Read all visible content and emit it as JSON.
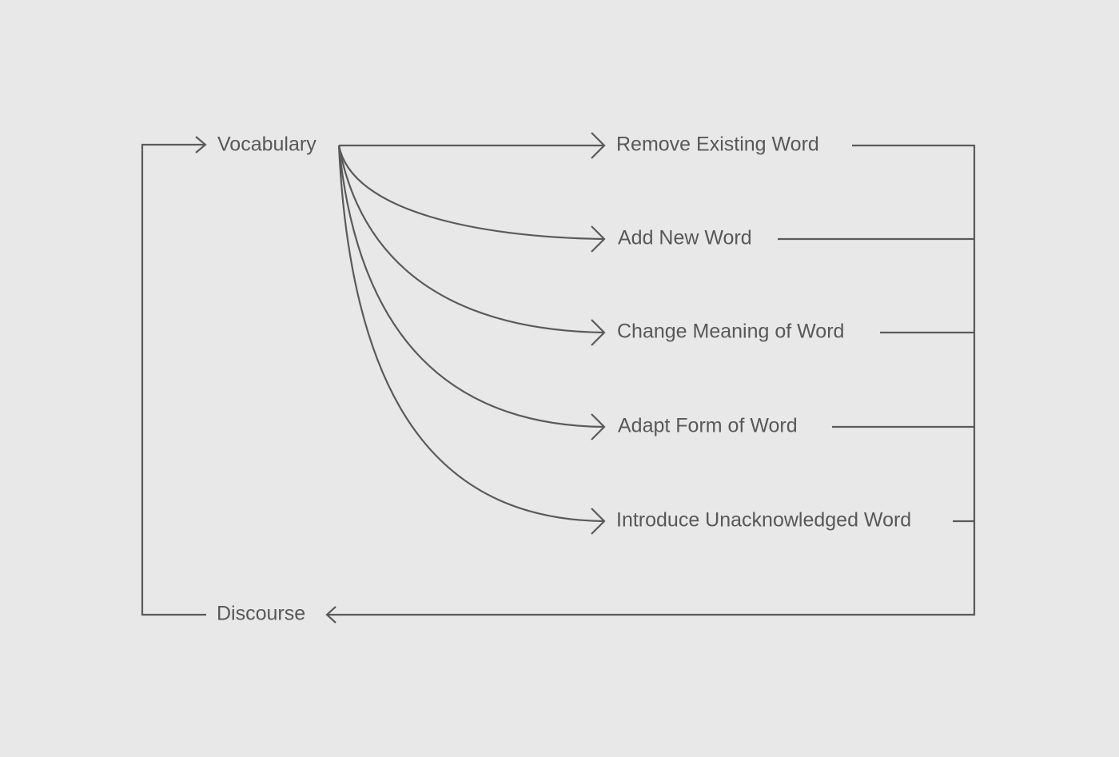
{
  "colors": {
    "background": "#e8e8e8",
    "line": "#5a5a5a",
    "text": "#585858"
  },
  "nodes": {
    "vocabulary": "Vocabulary",
    "discourse": "Discourse",
    "remove_existing_word": "Remove Existing Word",
    "add_new_word": "Add New Word",
    "change_meaning_of_word": "Change Meaning of Word",
    "adapt_form_of_word": "Adapt Form of Word",
    "introduce_unacknowledged_word": "Introduce Unacknowledged Word"
  }
}
